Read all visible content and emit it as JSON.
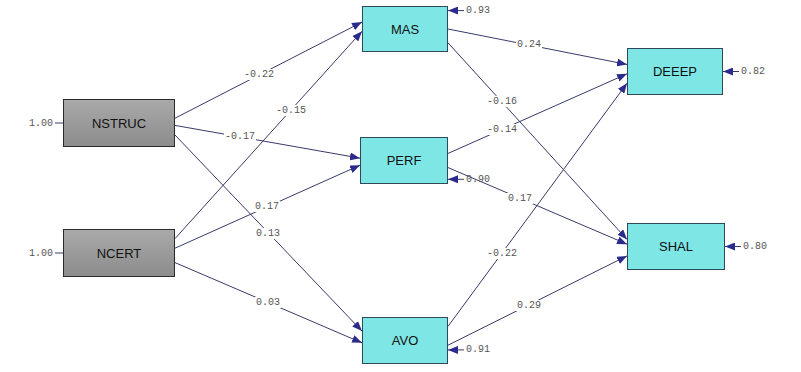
{
  "diagram": {
    "nodes": [
      {
        "text": [
          "NSTRUC"
        ]
      },
      {
        "text": [
          "NCERT"
        ]
      },
      {
        "text": [
          "MAS"
        ]
      },
      {
        "text": [
          "PERF"
        ]
      },
      {
        "text": [
          "AVO"
        ]
      },
      {
        "text": [
          "DEEEP"
        ]
      },
      {
        "text": [
          "SHAL"
        ]
      }
    ],
    "edges": [
      {
        "from": 0,
        "to": 2,
        "arrow": "to",
        "label": "-0.22"
      },
      {
        "from": 1,
        "to": 2,
        "arrow": "to",
        "label": "-0.15"
      },
      {
        "from": 0,
        "to": 3,
        "arrow": "to",
        "label": "-0.17"
      },
      {
        "from": 1,
        "to": 3,
        "arrow": "to",
        "label": "0.17"
      },
      {
        "from": 0,
        "to": 4,
        "arrow": "to",
        "label": "0.13"
      },
      {
        "from": 1,
        "to": 4,
        "arrow": "to",
        "label": "0.03"
      },
      {
        "from": 2,
        "to": 5,
        "arrow": "to",
        "label": "0.24"
      },
      {
        "from": 2,
        "to": 6,
        "arrow": "to",
        "label": "-0.16"
      },
      {
        "from": 3,
        "to": 5,
        "arrow": "to",
        "label": "-0.14"
      },
      {
        "from": 3,
        "to": 6,
        "arrow": "to",
        "label": "0.17"
      },
      {
        "from": 4,
        "to": 5,
        "arrow": "to",
        "label": "-0.22"
      },
      {
        "from": 4,
        "to": 6,
        "arrow": "to",
        "label": "0.29"
      }
    ],
    "labels": [
      "1.00",
      "1.00",
      "0.93",
      "0.90",
      "0.91",
      "0.82",
      "0.80"
    ]
  }
}
